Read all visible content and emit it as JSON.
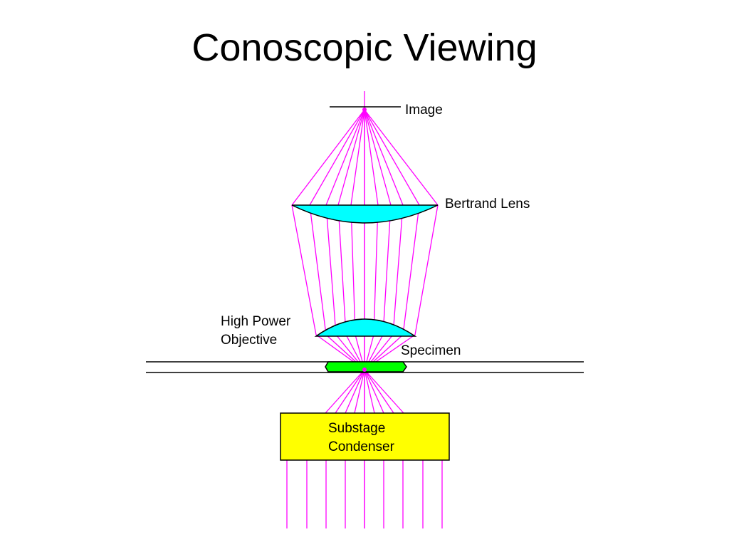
{
  "title": "Conoscopic Viewing",
  "labels": {
    "image": "Image",
    "bertrand_lens": "Bertrand Lens",
    "objective_line1": "High Power",
    "objective_line2": "Objective",
    "specimen": "Specimen",
    "condenser_line1": "Substage",
    "condenser_line2": "Condenser"
  },
  "colors": {
    "rays": "#ff00ff",
    "lens_fill": "#00ffff",
    "specimen_fill": "#00ff00",
    "condenser_fill": "#ffff00",
    "lines": "#000000"
  }
}
